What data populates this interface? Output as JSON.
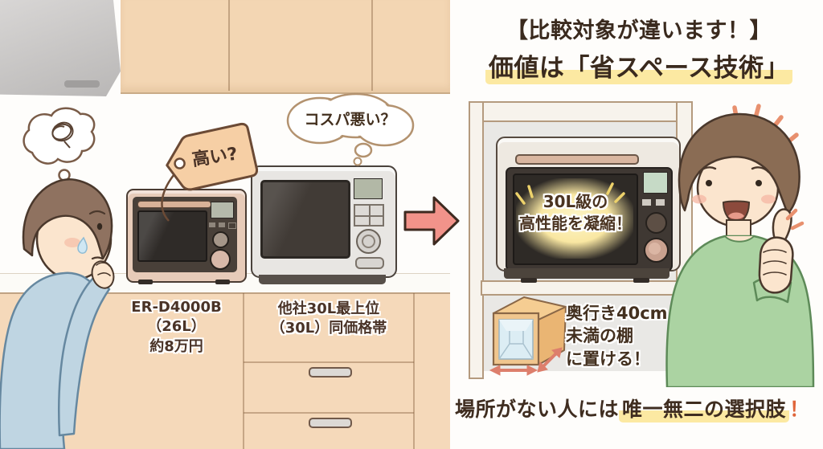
{
  "header": {
    "line1": "【比較対象が違います！】",
    "line2": "価値は「省スペース技術」"
  },
  "left_scene": {
    "price_tag": "高い?",
    "thought_bubble": "コスパ悪い？",
    "small_microwave_label": {
      "line1": "ER-D4000B",
      "line2": "（26L）",
      "line3": "約8万円"
    },
    "large_microwave_label": {
      "line1": "他社30L最上位",
      "line2": "（30L）同価格帯"
    }
  },
  "right_scene": {
    "glow_label": {
      "line1": "30L級の",
      "line2": "高性能を凝縮！"
    },
    "shelf_note": {
      "line1": "奥行き40cm",
      "line2": "未満の棚",
      "line3": "に置ける！"
    }
  },
  "footer": {
    "prefix": "場所がない人には",
    "highlight": "唯一無二の選択肢",
    "suffix": "！"
  },
  "icons": {
    "scribble_thought_bubble": "confused-scribble-thought-bubble",
    "speech_thought_bubble": "thought-bubble",
    "price_tag": "price-tag",
    "arrow": "right-arrow",
    "cube": "open-shelf-cube-with-depth-arrows",
    "sparkles": "emphasis-sparkles"
  },
  "colors": {
    "highlight_yellow": "#fce9a2",
    "arrow_pink": "#f2938a",
    "accent_orange": "#e0653a",
    "text_dark_brown": "#3a2a1e",
    "cabinet_tan": "#f4d7b5",
    "glow_yellow": "#f9e7a2",
    "sweater_green": "#abd3a2",
    "shirt_blue": "#bfd5e2",
    "emphasis_salmon": "#e8906e"
  }
}
